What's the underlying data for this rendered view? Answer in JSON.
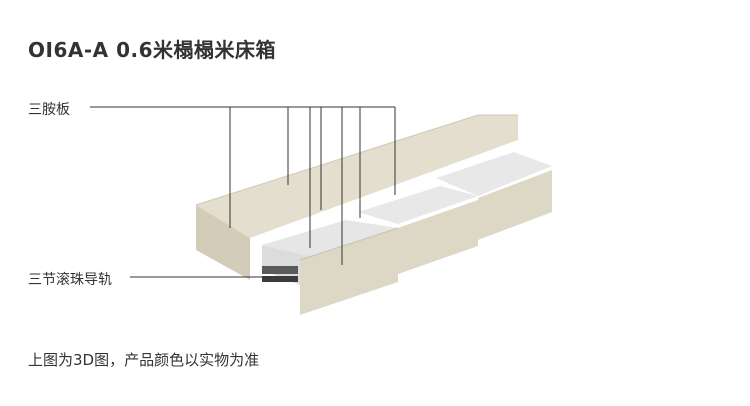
{
  "title": "OI6A-A 0.6米榻榻米床箱",
  "callouts": {
    "panel_label": "三胺板",
    "rail_label": "三节滚珠导轨"
  },
  "footnote": "上图为3D图，产品颜色以实物为准",
  "colors": {
    "panel": "#e1dccb",
    "panel_dark": "#cfc8b4",
    "drawer_inside": "#e6e6e6",
    "line": "#333333"
  }
}
